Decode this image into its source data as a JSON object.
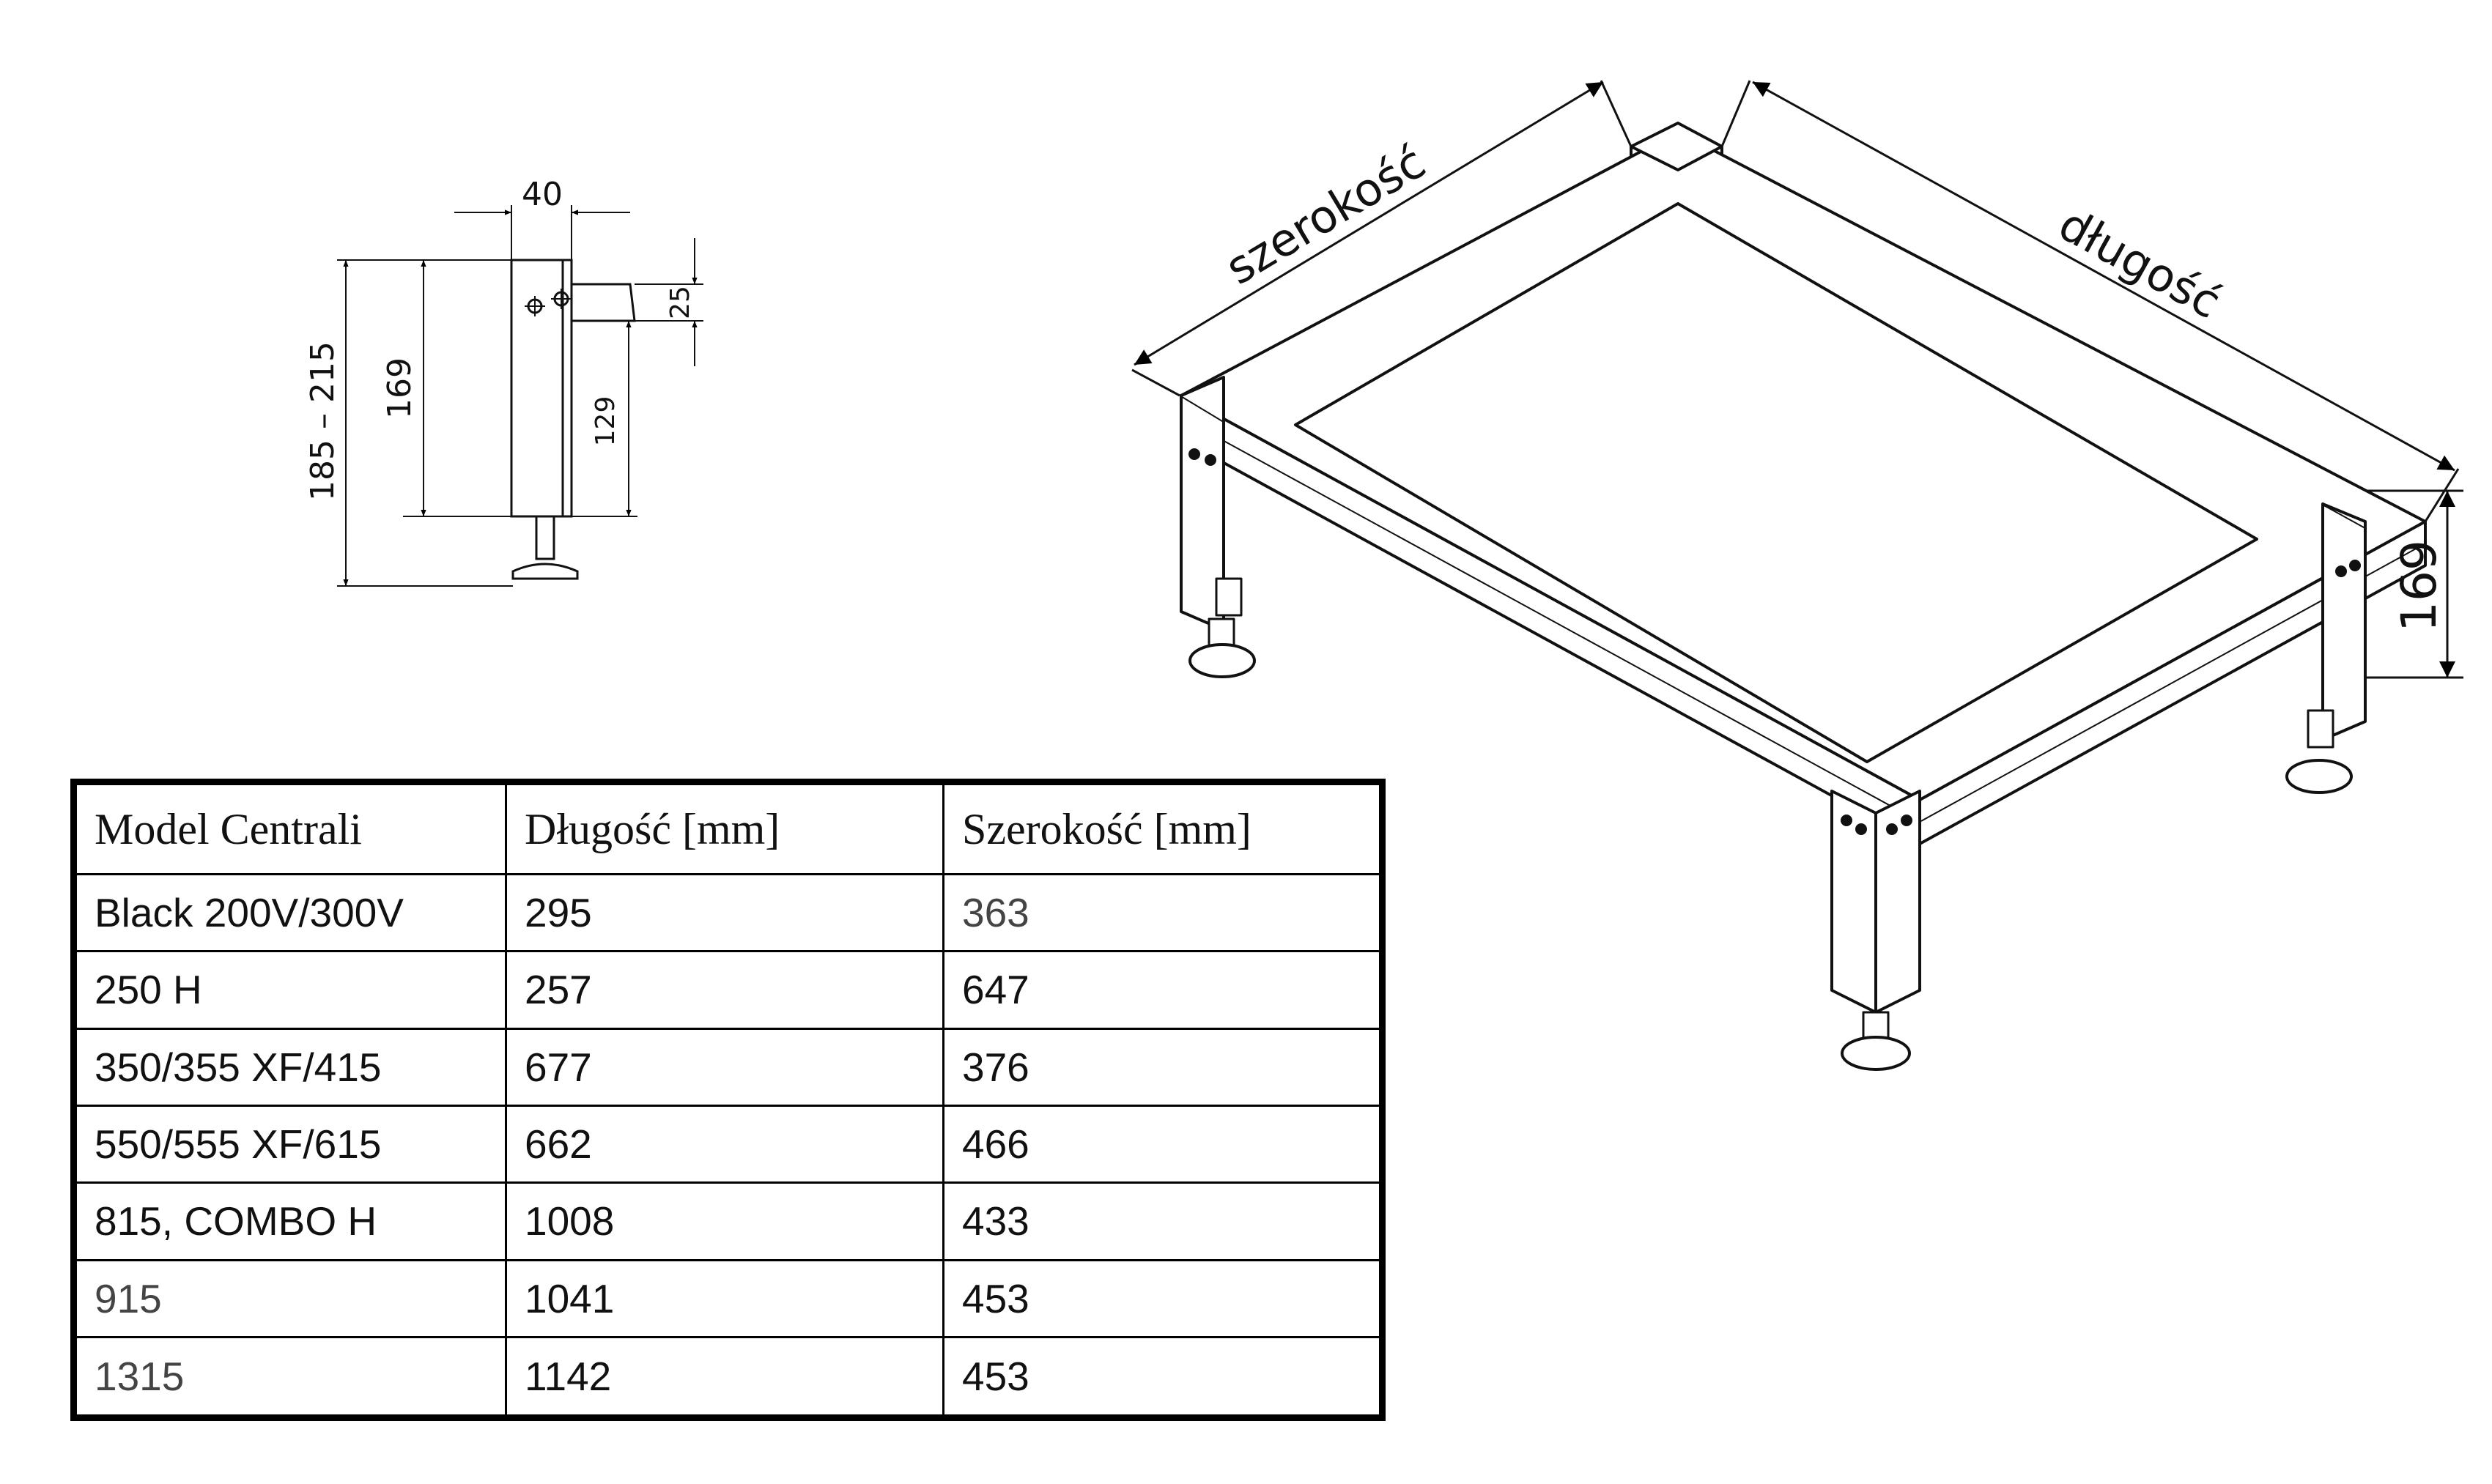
{
  "side_view": {
    "dim_width": "40",
    "dim_top": "25",
    "dim_total_range": "185 – 215",
    "dim_height": "169",
    "dim_lower": "129"
  },
  "iso_view": {
    "label_width": "szerokość",
    "label_length": "długość",
    "dim_height": "169"
  },
  "table": {
    "headers": [
      "Model Centrali",
      "Długość [mm]",
      "Szerokość [mm]"
    ],
    "rows": [
      [
        "Black 200V/300V",
        "295",
        "363"
      ],
      [
        "250 H",
        "257",
        "647"
      ],
      [
        "350/355 XF/415",
        "677",
        "376"
      ],
      [
        "550/555 XF/615",
        "662",
        "466"
      ],
      [
        "815, COMBO H",
        "1008",
        "433"
      ],
      [
        "915",
        "1041",
        "453"
      ],
      [
        "1315",
        "1142",
        "453"
      ]
    ]
  }
}
